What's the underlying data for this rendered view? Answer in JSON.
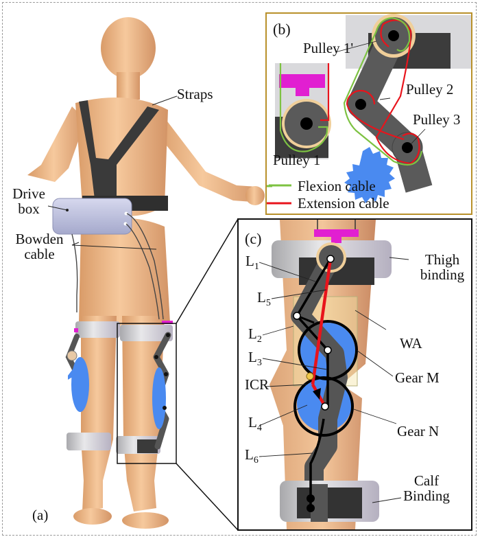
{
  "figure": {
    "panel_a": {
      "label": "(a)",
      "annotations": {
        "straps": "Straps",
        "drive_box_line1": "Drive",
        "drive_box_line2": "box",
        "bowden_line1": "Bowden",
        "bowden_line2": "cable"
      }
    },
    "panel_b": {
      "label": "(b)",
      "annotations": {
        "pulley_1_prime": "Pulley 1'",
        "pulley_1": "Pulley 1",
        "pulley_2": "Pulley 2",
        "pulley_3": "Pulley 3"
      },
      "legend": [
        {
          "label": "Flexion cable",
          "color": "#7dc242"
        },
        {
          "label": "Extension cable",
          "color": "#e8141c"
        }
      ]
    },
    "panel_c": {
      "label": "(c)",
      "annotations": {
        "thigh_line1": "Thigh",
        "thigh_line2": "binding",
        "wa": "WA",
        "gear_m": "Gear M",
        "icr": "ICR",
        "gear_n": "Gear N",
        "calf_line1": "Calf",
        "calf_line2": "Binding"
      },
      "links": [
        {
          "base": "L",
          "sub": "1"
        },
        {
          "base": "L",
          "sub": "5"
        },
        {
          "base": "L",
          "sub": "2"
        },
        {
          "base": "L",
          "sub": "3"
        },
        {
          "base": "L",
          "sub": "4"
        },
        {
          "base": "L",
          "sub": "6"
        }
      ]
    },
    "colors": {
      "skin": "#eab487",
      "strap": "#3a3a3a",
      "binding": "#c9c9cc",
      "gear": "#4a8af0",
      "connector": "#e11fd1",
      "panel_b_border": "#b8902a",
      "flexion": "#7dc242",
      "extension": "#e8141c"
    }
  }
}
